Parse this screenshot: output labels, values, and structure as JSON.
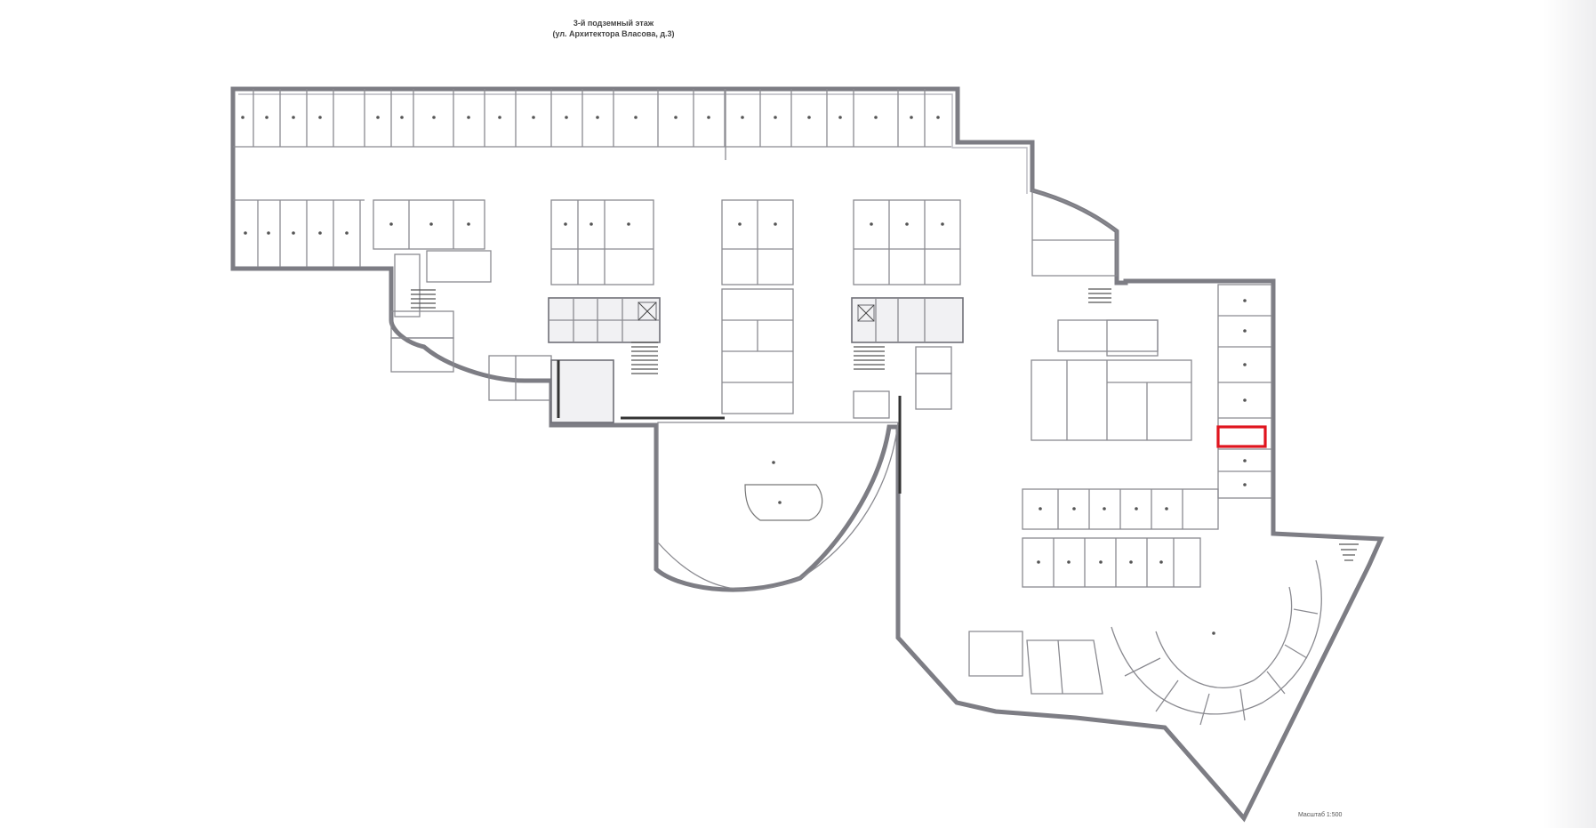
{
  "title": {
    "line1": "3-й подземный этаж",
    "line2": "(ул. Архитектора Власова, д.3)"
  },
  "footer_note": "Масштаб 1:500",
  "legend": {
    "highlight_color": "#e0141e",
    "wall_color": "#7d7d84"
  },
  "icons": [
    "stairs-icon",
    "elevator-icon",
    "ramp-arrow-icon"
  ]
}
